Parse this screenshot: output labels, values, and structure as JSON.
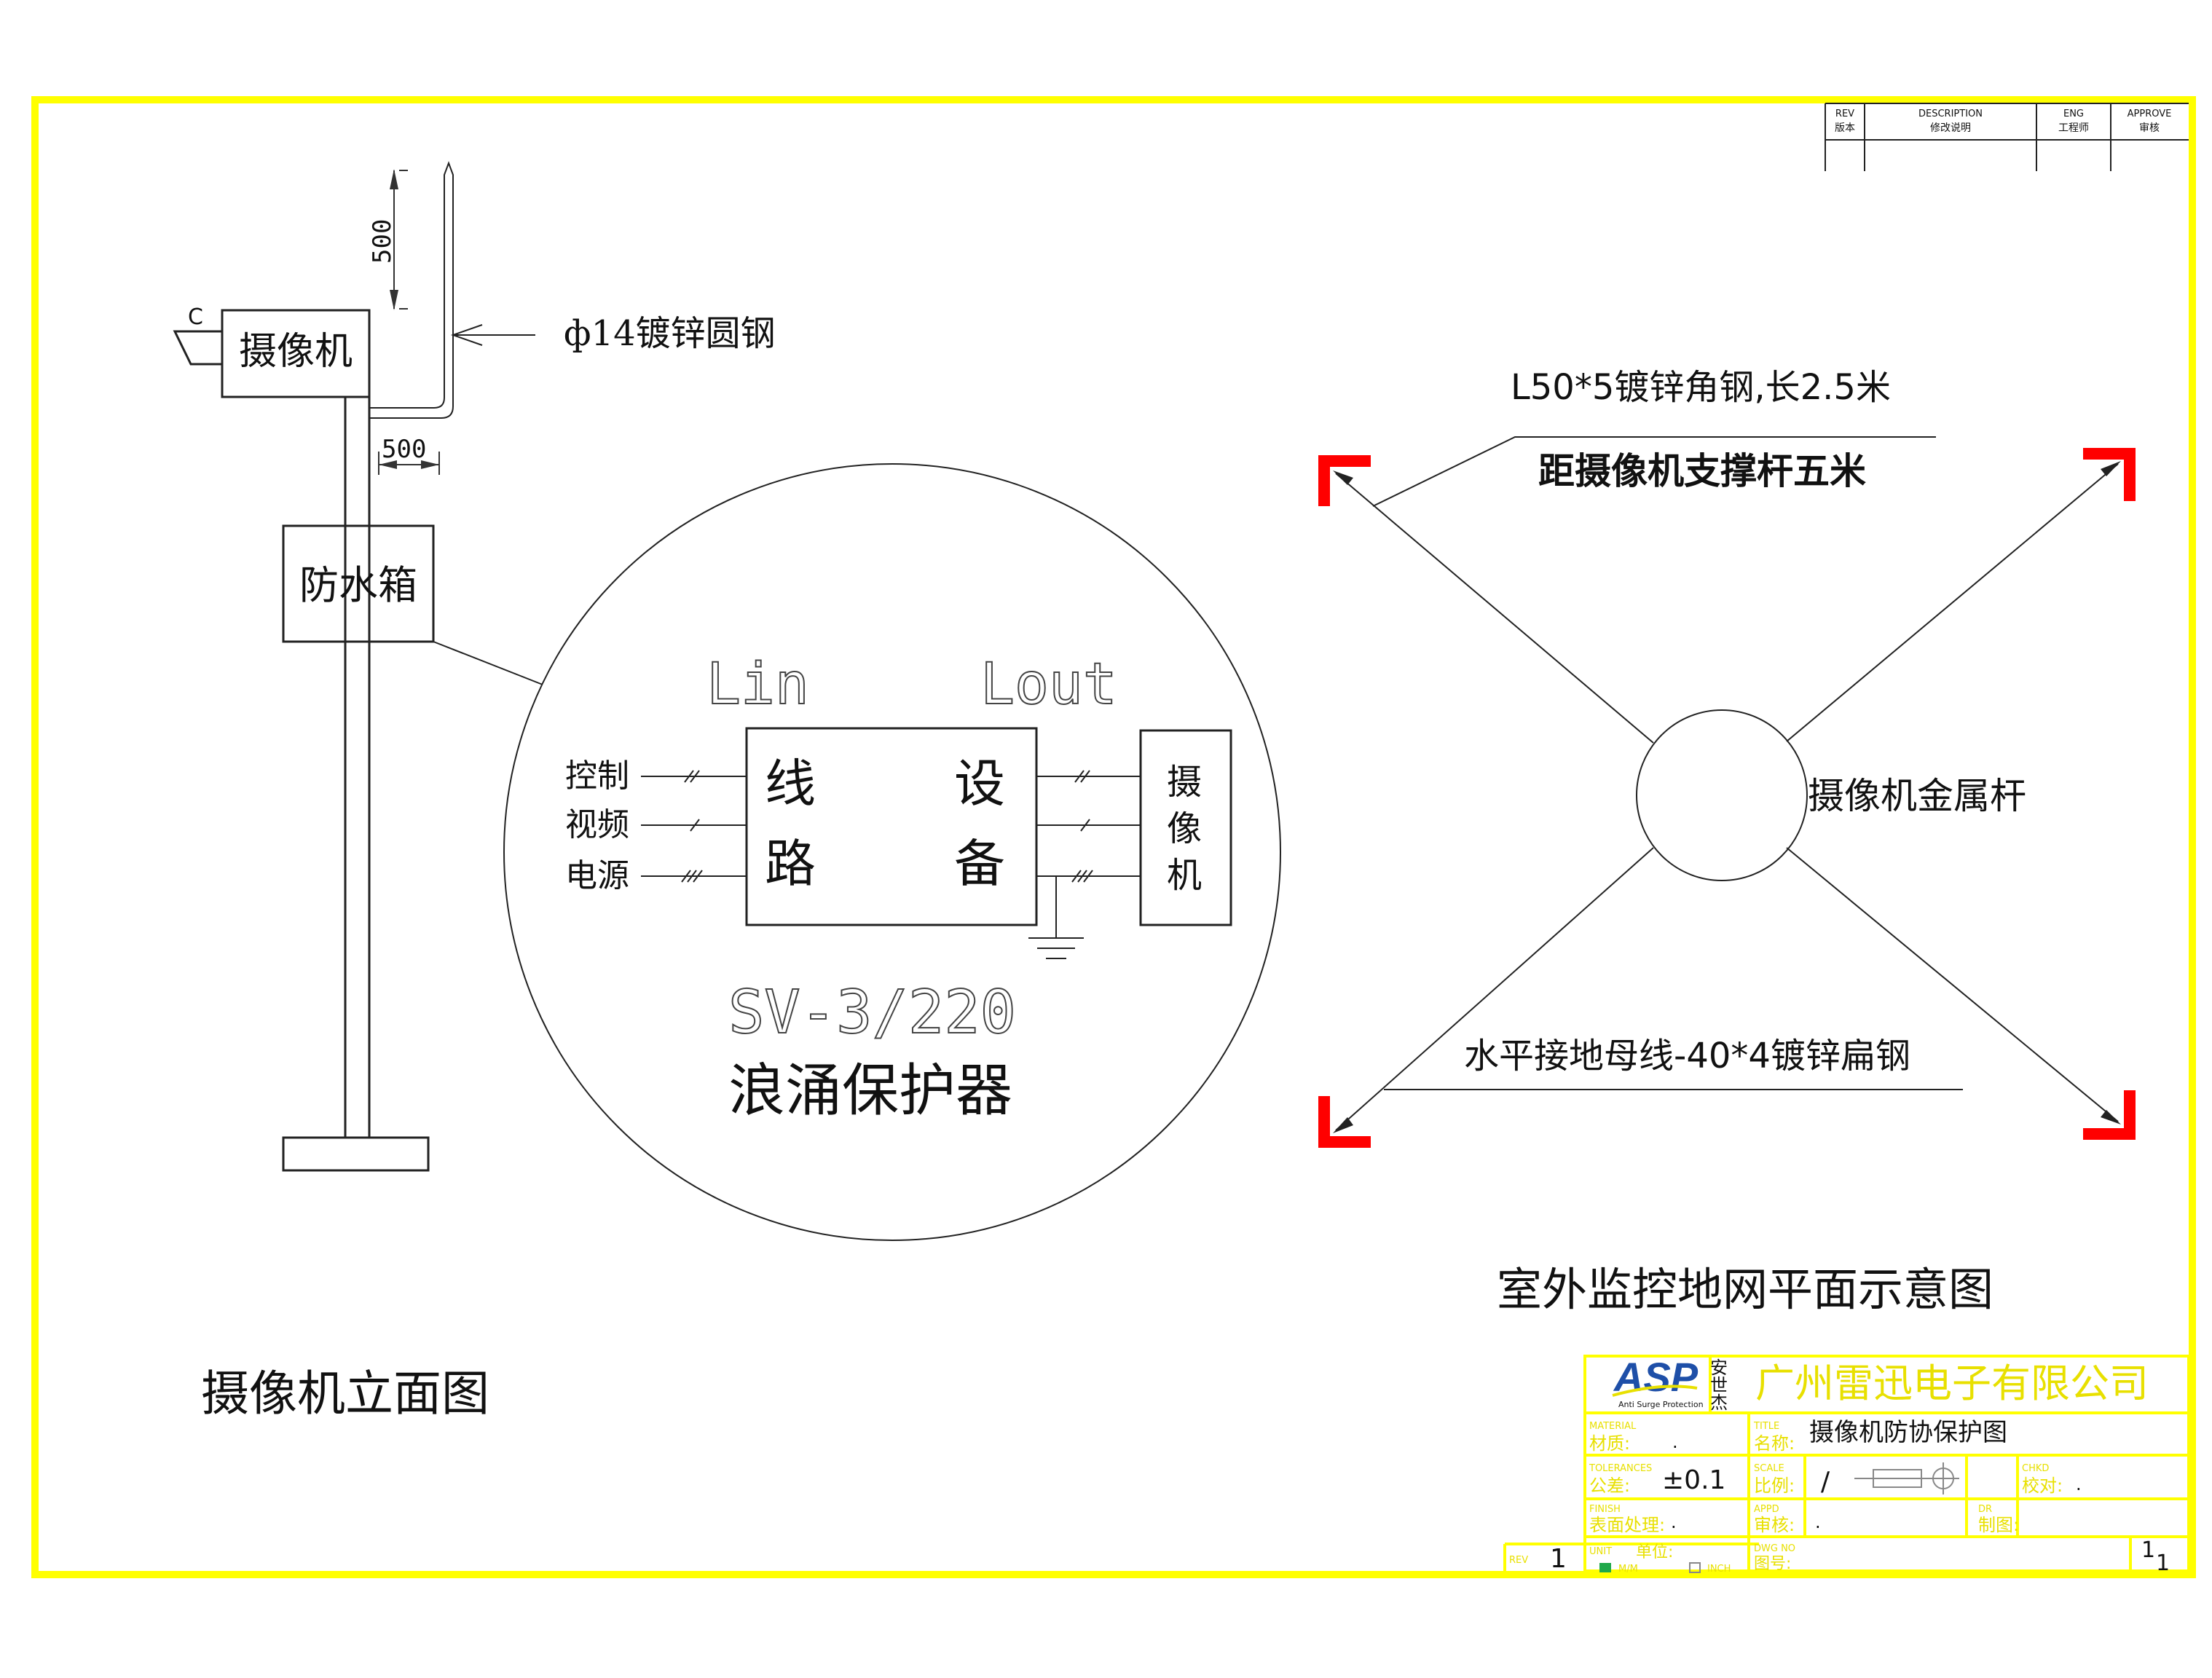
{
  "colors": {
    "frame": "#FFFF00",
    "line": "#222222",
    "corner_marker": "#FF0000",
    "logo_blue": "#1E4FA8",
    "company_yellow": "#E8E000",
    "ink": "#111111"
  },
  "revision_block": {
    "rev_top": "REV",
    "rev_bottom": "版本",
    "description_top": "DESCRIPTION",
    "description_bottom": "修改说明",
    "eng_top": "ENG",
    "eng_bottom": "工程师",
    "approve_top": "APPROVE",
    "approve_bottom": "审核"
  },
  "elevation": {
    "title": "摄像机立面图",
    "camera_label": "摄像机",
    "camera_tag": "C",
    "box_label": "防水箱",
    "rod_callout": "ф14镀锌圆钢",
    "dim_vertical": "500",
    "dim_horizontal": "500"
  },
  "protector": {
    "lin_label": "Lin",
    "lout_label": "Lout",
    "line_side": [
      "线",
      "路"
    ],
    "device_side": [
      "设",
      "备"
    ],
    "inputs": [
      "控制",
      "视频",
      "电源"
    ],
    "camera_chars": [
      "摄",
      "像",
      "机"
    ],
    "model": "SV-3/220",
    "name": "浪涌保护器"
  },
  "ground_plan": {
    "angle_steel": "L50*5镀锌角钢,长2.5米",
    "distance_note": "距摄像机支撑杆五米",
    "pole_label": "摄像机金属杆",
    "bus_label": "水平接地母线-40*4镀锌扁钢",
    "title": "室外监控地网平面示意图"
  },
  "title_block": {
    "logo_text": "ASP",
    "logo_sub": "Anti Surge Protection",
    "logo_cn": [
      "安",
      "世",
      "杰"
    ],
    "company": "广州雷迅电子有限公司",
    "material_en": "MATERIAL",
    "material_cn": "材质:",
    "material_value": ".",
    "title_en": "TITLE",
    "title_cn": "名称:",
    "title_value": "摄像机防协保护图",
    "tolerance_en": "TOLERANCES",
    "tolerance_cn": "公差:",
    "tolerance_value": "±0.1",
    "scale_en": "SCALE",
    "scale_cn": "比例:",
    "scale_value": "/",
    "chkd_en": "CHKD",
    "chkd_cn": "校对:",
    "chkd_value": ".",
    "finish_en": "FINISH",
    "finish_cn": "表面处理:",
    "finish_value": ".",
    "appd_en": "APPD",
    "appd_cn": "审核:",
    "appd_value": ".",
    "drawn_en": "DR",
    "drawn_cn": "制图:",
    "unit_en": "UNIT",
    "unit_cn": "单位:",
    "unit_mm": "M/M",
    "unit_inch": "INCH",
    "rev_en": "REV",
    "rev_value": "1",
    "dwg_en": "DWG NO",
    "dwg_cn": "图号:",
    "sheet_top": "1",
    "sheet_bottom": "1"
  }
}
